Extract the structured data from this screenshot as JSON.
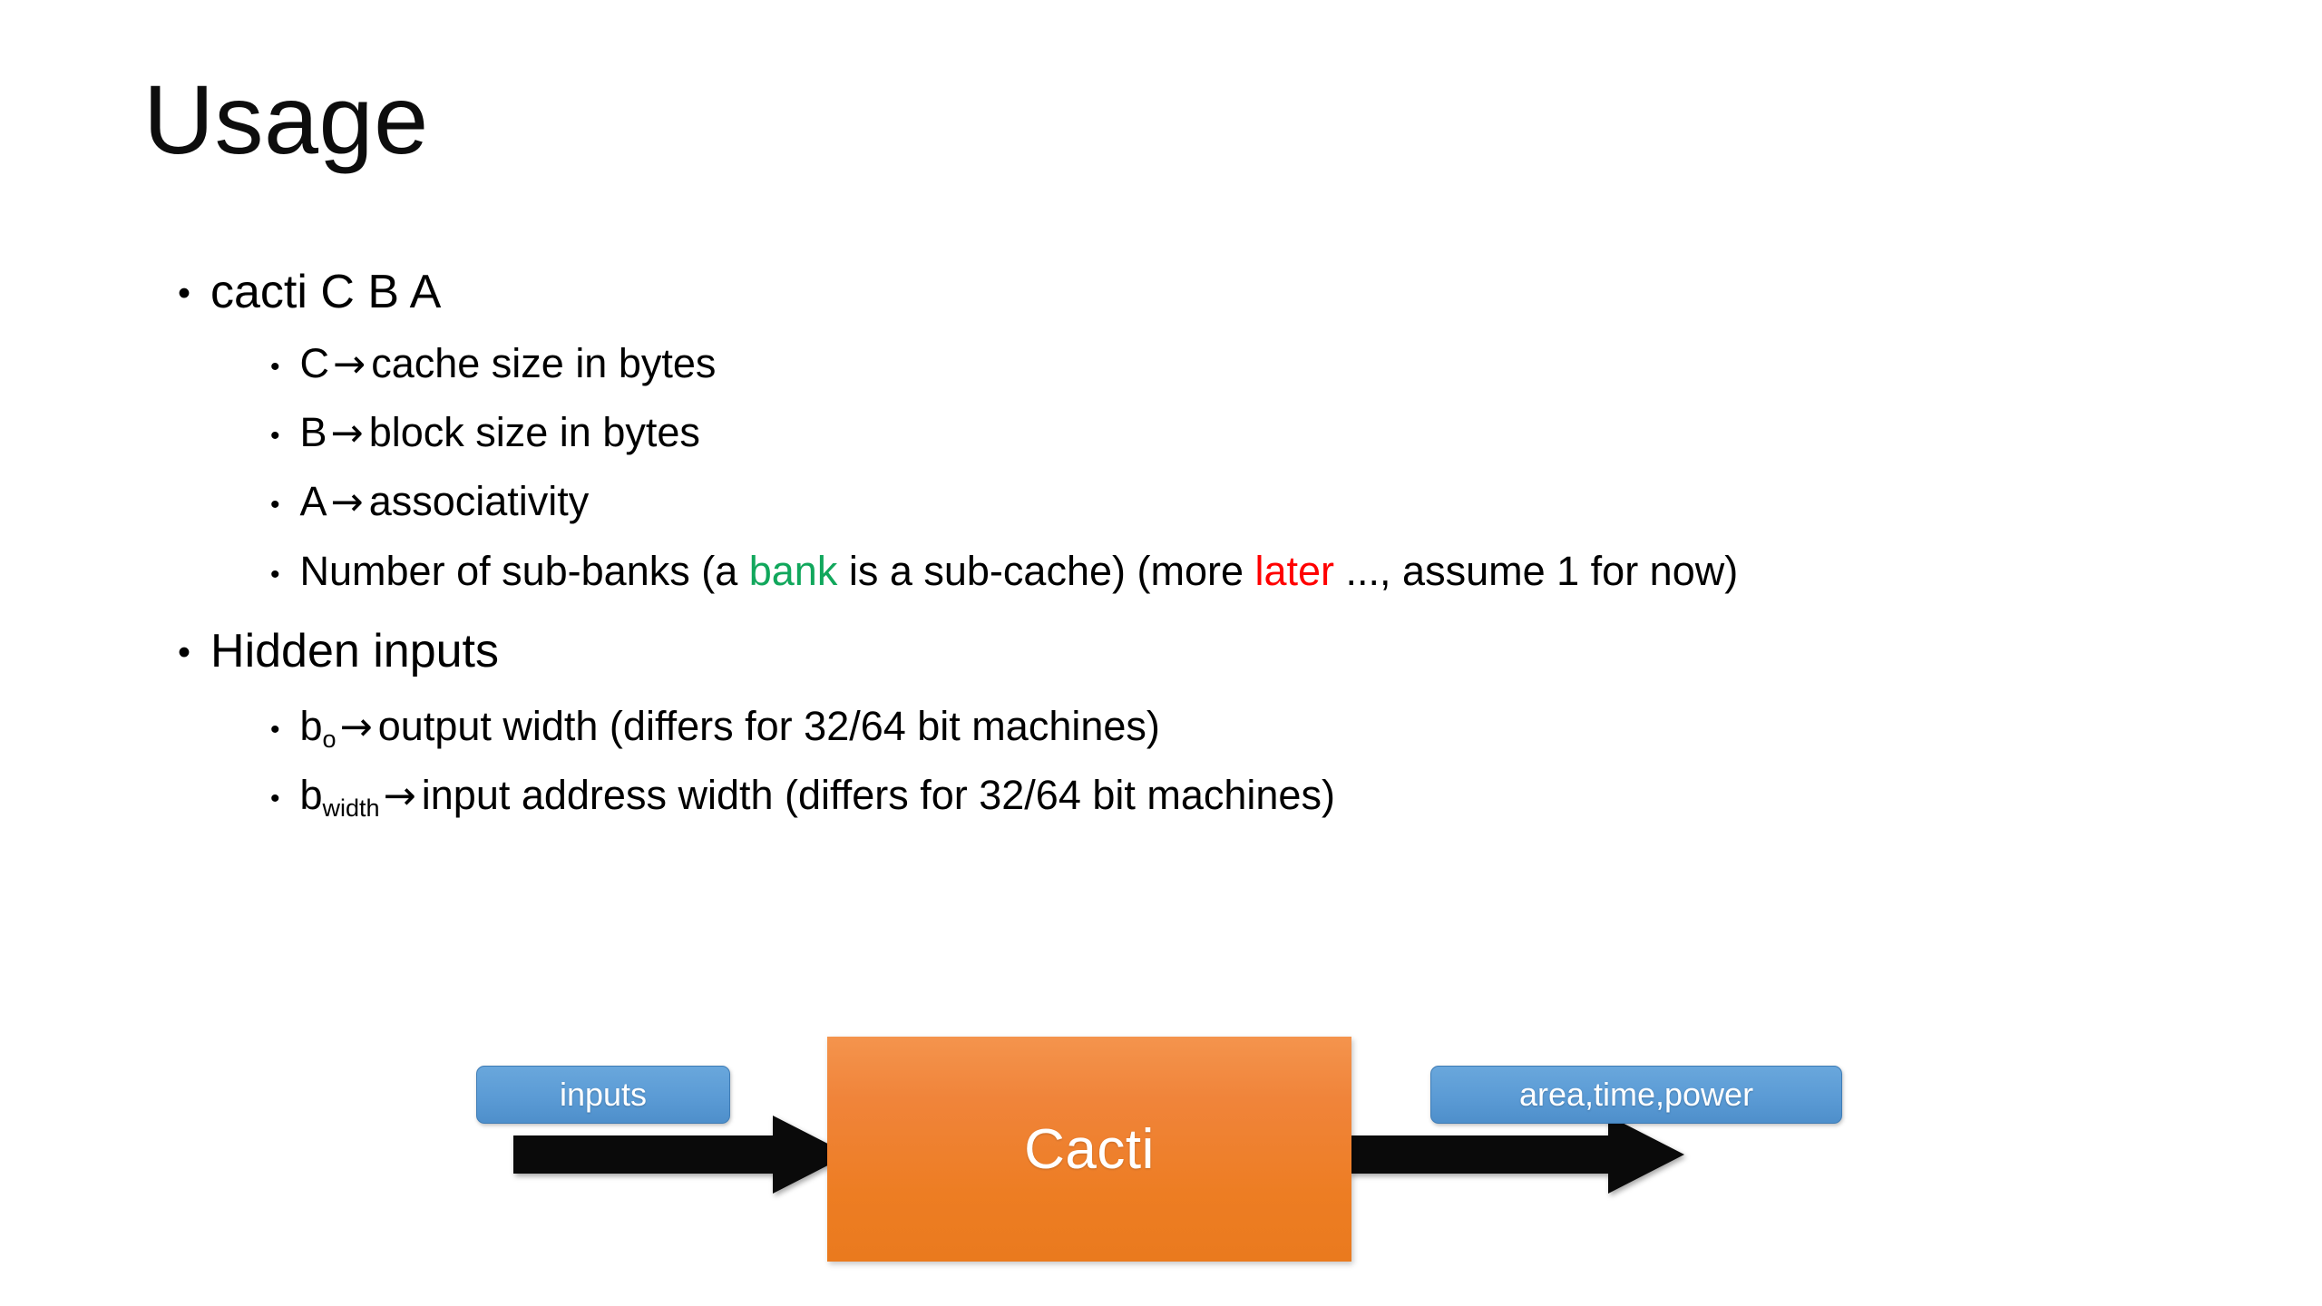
{
  "slide": {
    "title": "Usage",
    "background_color": "#ffffff",
    "text_color": "#000000"
  },
  "colors": {
    "accent_green": "#11a75c",
    "accent_red": "#ff0000",
    "box_orange": "#ed7d23",
    "pill_blue": "#5b9bd5",
    "arrow_black": "#000000"
  },
  "content": {
    "bullets": [
      {
        "level": 1,
        "marker": "•",
        "text": "cacti C B A"
      },
      {
        "level": 2,
        "marker": "•",
        "lead": "C",
        "arrow": "→",
        "text": "cache size in bytes"
      },
      {
        "level": 2,
        "marker": "•",
        "lead": "B",
        "arrow": "→",
        "text": "block size in bytes"
      },
      {
        "level": 2,
        "marker": "•",
        "lead": "A",
        "arrow": "→",
        "text": "associativity"
      },
      {
        "level": 2,
        "marker": "•",
        "segments": [
          {
            "text": "Number of sub-banks (a ",
            "color": "default"
          },
          {
            "text": "bank",
            "color": "green"
          },
          {
            "text": " is a sub-cache) (more ",
            "color": "default"
          },
          {
            "text": "later",
            "color": "red"
          },
          {
            "text": " ..., assume 1 for now)",
            "color": "default"
          }
        ]
      },
      {
        "level": 1,
        "marker": "•",
        "text": "Hidden inputs"
      },
      {
        "level": 2,
        "marker": "•",
        "lead_base": "b",
        "lead_sub": "o",
        "arrow": "→",
        "text": "output width (differs for 32/64 bit machines)"
      },
      {
        "level": 2,
        "marker": "•",
        "lead_base": "b",
        "lead_sub": "width",
        "arrow": "→",
        "text": "input address width (differs for 32/64 bit machines)"
      }
    ]
  },
  "diagram": {
    "input_pill_label": "inputs",
    "process_box_label": "Cacti",
    "output_pill_label": "area,time,power",
    "arrow_left_name": "input-arrow",
    "arrow_right_name": "output-arrow"
  }
}
